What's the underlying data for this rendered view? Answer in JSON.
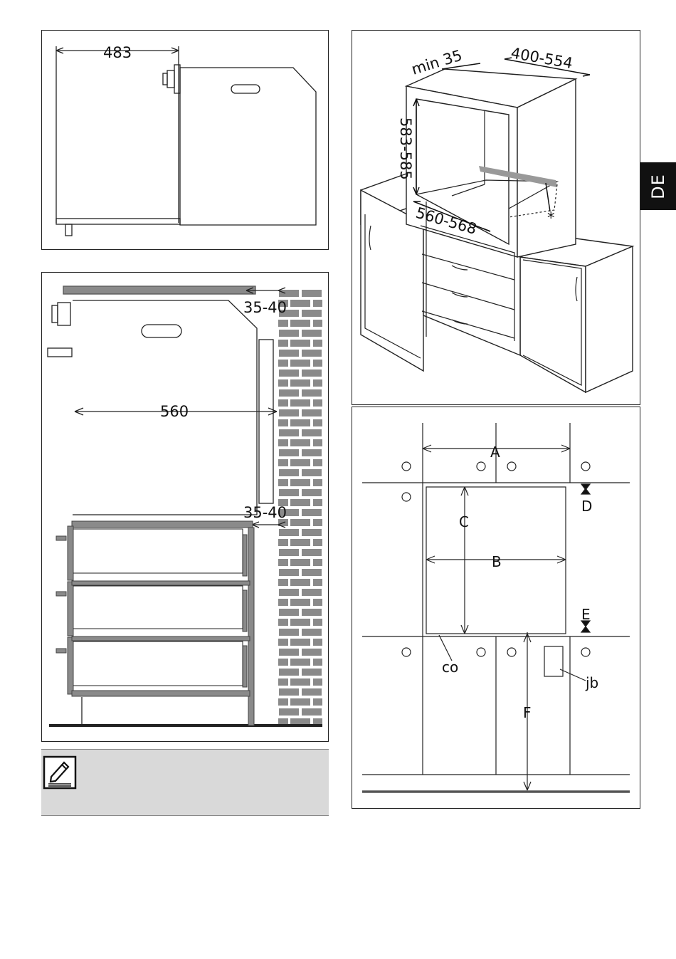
{
  "side_tab": {
    "language": "DE"
  },
  "panel_side_view": {
    "depth_dim": "483"
  },
  "panel_cross_section": {
    "top_gap_dim": "35-40",
    "width_dim": "560",
    "bottom_gap_dim": "35-40"
  },
  "panel_cabinet": {
    "min_dim": "min 35",
    "depth_range_dim": "400-554",
    "height_range_dim": "583-585",
    "width_range_dim": "560-568",
    "asterisk": "*"
  },
  "panel_wall_layout": {
    "label_a": "A",
    "label_b": "B",
    "label_c": "C",
    "label_d": "D",
    "label_e": "E",
    "label_f": "F",
    "label_co": "co",
    "label_jb": "jb"
  },
  "note_box": {
    "icon": "pencil-note-icon"
  },
  "colors": {
    "stroke": "#222222",
    "tab_bg": "#111111",
    "note_bg": "#d9d9d9",
    "brick": "#8a8a8a"
  }
}
